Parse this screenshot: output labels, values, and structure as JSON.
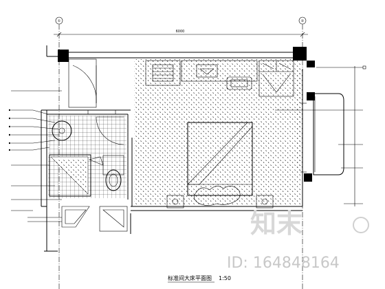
{
  "drawing": {
    "caption": "标准间大床平面图",
    "scale": "1:50",
    "overall_dimension": "6000",
    "axis_top_left": "①",
    "axis_top_right": "②"
  },
  "watermark": {
    "brand": "知末",
    "id_text": "ID: 164848164"
  }
}
